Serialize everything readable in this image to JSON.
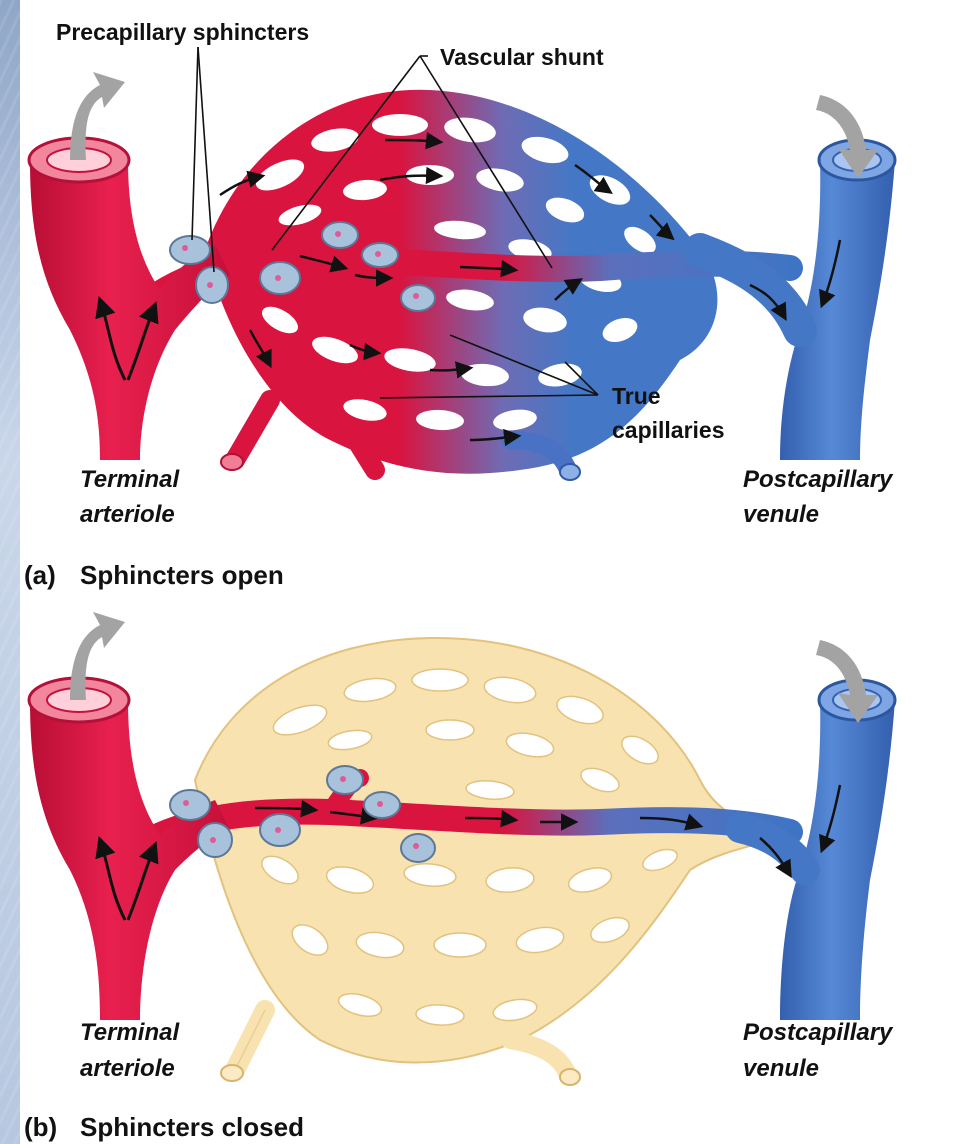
{
  "panel_a": {
    "label_precapillary": "Precapillary sphincters",
    "label_vascular_shunt": "Vascular shunt",
    "label_true_1": "True",
    "label_true_2": "capillaries",
    "label_arteriole_1": "Terminal",
    "label_arteriole_2": "arteriole",
    "label_venule_1": "Postcapillary",
    "label_venule_2": "venule",
    "caption_letter": "(a)",
    "caption_text": "Sphincters open"
  },
  "panel_b": {
    "label_arteriole_1": "Terminal",
    "label_arteriole_2": "arteriole",
    "label_venule_1": "Postcapillary",
    "label_venule_2": "venule",
    "caption_letter": "(b)",
    "caption_text": "Sphincters closed"
  },
  "colors": {
    "artery": "#d9143f",
    "vein": "#3f74c4",
    "closed_capillary": "#f7e2b0",
    "sphincter": "#a9c2dc",
    "flow_arrow": "#a3a3a3"
  }
}
